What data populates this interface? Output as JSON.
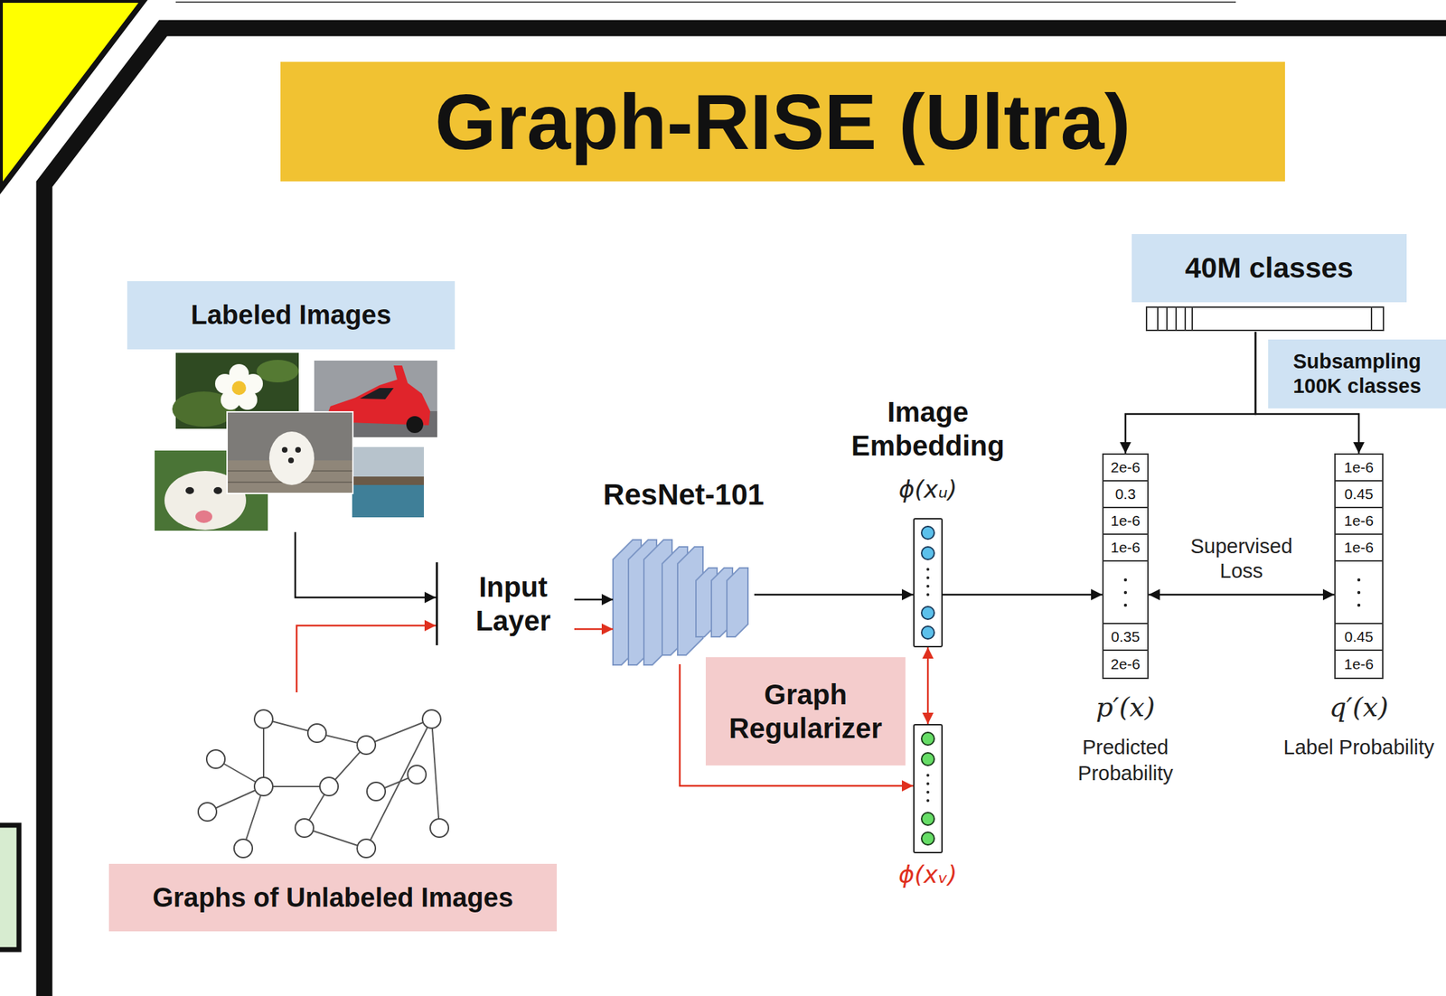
{
  "diagram": {
    "title": "Graph-RISE (Ultra)",
    "nodes": [
      {
        "text": [
          "Labeled Images"
        ]
      },
      {
        "text": [
          "Graphs of Unlabeled Images"
        ]
      },
      {
        "text": [
          "Input Layer"
        ]
      },
      {
        "text": [
          "ResNet-101"
        ]
      },
      {
        "text": [
          "Image Embedding",
          "ϕ(xᵤ)"
        ]
      },
      {
        "text": [
          "Graph Regularizer"
        ]
      },
      {
        "text": [
          "ϕ(xᵥ)"
        ]
      },
      {
        "text": [
          "40M classes"
        ]
      },
      {
        "text": [
          "Subsampling 100K classes"
        ]
      },
      {
        "text": [
          "2e-6",
          "0.3",
          "1e-6",
          "1e-6",
          "0.35",
          "2e-6",
          "p′(x)",
          "Predicted Probability"
        ]
      },
      {
        "text": [
          "1e-6",
          "0.45",
          "1e-6",
          "1e-6",
          "0.45",
          "1e-6",
          "q′(x)",
          "Label Probability"
        ]
      }
    ],
    "edges": [
      {
        "from": 0,
        "to": 2,
        "arrow": "to"
      },
      {
        "from": 1,
        "to": 2,
        "arrow": "to"
      },
      {
        "from": 2,
        "to": 3,
        "arrow": "to"
      },
      {
        "from": 2,
        "to": 3,
        "arrow": "to"
      },
      {
        "from": 3,
        "to": 4,
        "arrow": "to"
      },
      {
        "from": 3,
        "to": 6,
        "arrow": "to"
      },
      {
        "from": 4,
        "to": 6,
        "arrow": "both"
      },
      {
        "from": 4,
        "to": 9,
        "arrow": "to"
      },
      {
        "from": 7,
        "to": 9,
        "arrow": "to"
      },
      {
        "from": 7,
        "to": 10,
        "arrow": "to"
      },
      {
        "from": 9,
        "to": 10,
        "label": "Supervised Loss",
        "arrow": "both"
      }
    ]
  }
}
